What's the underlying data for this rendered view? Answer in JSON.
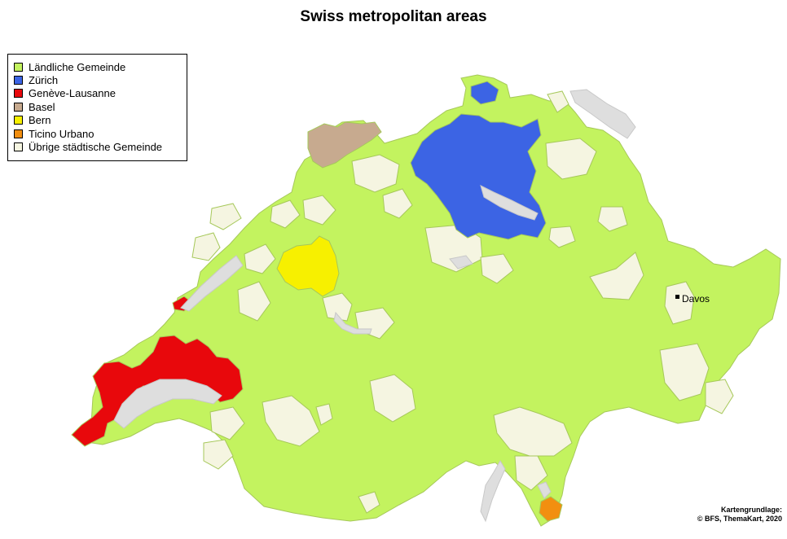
{
  "title": "Swiss metropolitan areas",
  "legend": [
    {
      "label": "Ländliche Gemeinde",
      "color": "#c3f35f"
    },
    {
      "label": "Zürich",
      "color": "#3c64e4"
    },
    {
      "label": "Genève-Lausanne",
      "color": "#e8080c"
    },
    {
      "label": "Basel",
      "color": "#c7aa8f"
    },
    {
      "label": "Bern",
      "color": "#f7f000"
    },
    {
      "label": "Ticino Urbano",
      "color": "#f28f10"
    },
    {
      "label": "Übrige städtische Gemeinde",
      "color": "#f5f5e1"
    }
  ],
  "colors": {
    "lake": "#dedede",
    "border": "#a6c85a"
  },
  "place": {
    "name": "Davos"
  },
  "credit": {
    "line1": "Kartengrundlage:",
    "line2": "© BFS, ThemaKart, 2020"
  }
}
